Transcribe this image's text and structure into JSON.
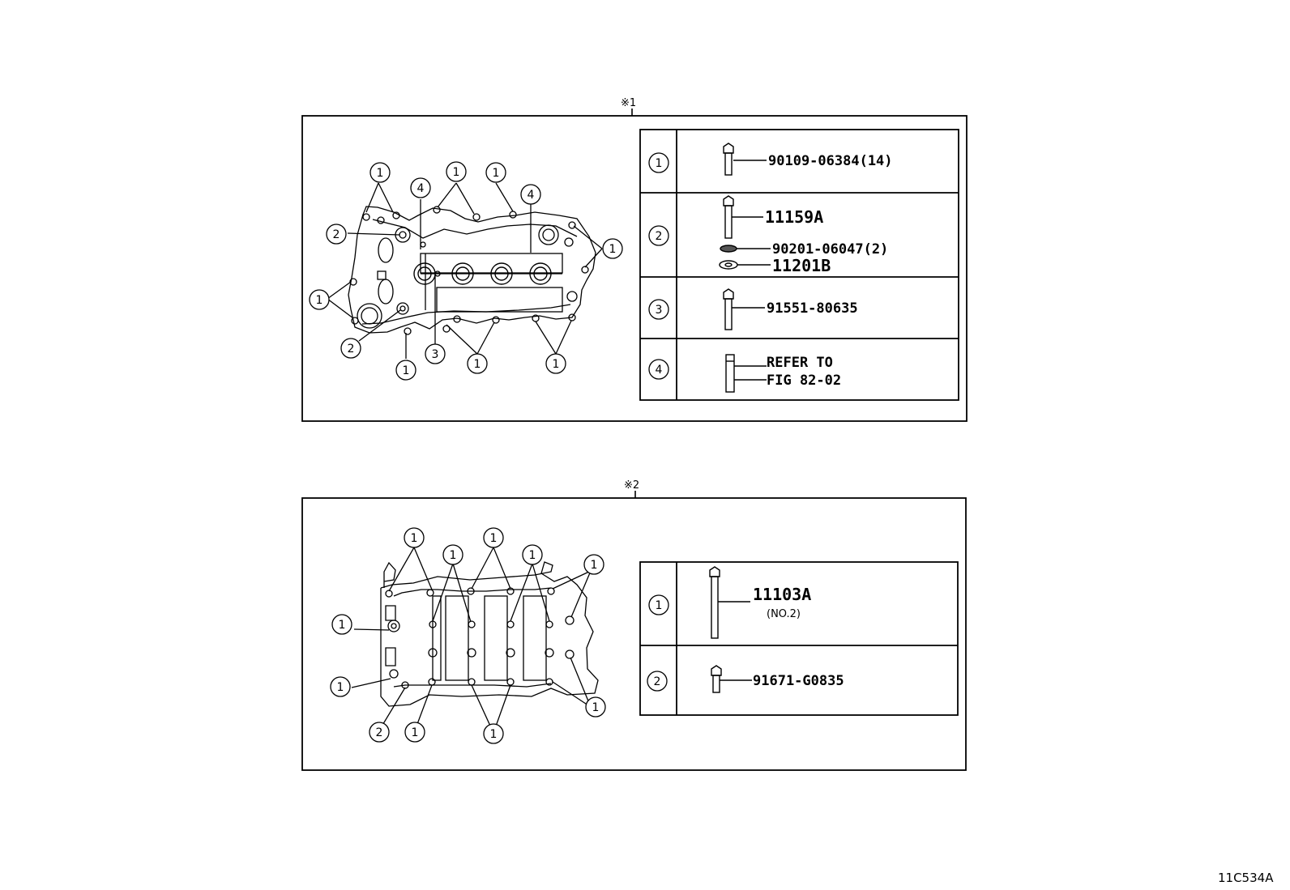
{
  "fig1": {
    "marker": "※1",
    "callouts": {
      "c1": "1",
      "c2": "2",
      "c3": "3",
      "c4": "4"
    },
    "table": [
      {
        "num": "1",
        "lines": [
          "90109-06384(14)"
        ]
      },
      {
        "num": "2",
        "lines": [
          "11159A",
          "90201-06047(2)",
          "11201B"
        ]
      },
      {
        "num": "3",
        "lines": [
          "91551-80635"
        ]
      },
      {
        "num": "4",
        "lines": [
          "REFER TO",
          "FIG 82-02"
        ]
      }
    ]
  },
  "fig2": {
    "marker": "※2",
    "callouts": {
      "c1": "1",
      "c2": "2"
    },
    "table": [
      {
        "num": "1",
        "lines": [
          "11103A",
          "(NO.2)"
        ]
      },
      {
        "num": "2",
        "lines": [
          "91671-G0835"
        ]
      }
    ]
  },
  "figure_code": "11C534A"
}
